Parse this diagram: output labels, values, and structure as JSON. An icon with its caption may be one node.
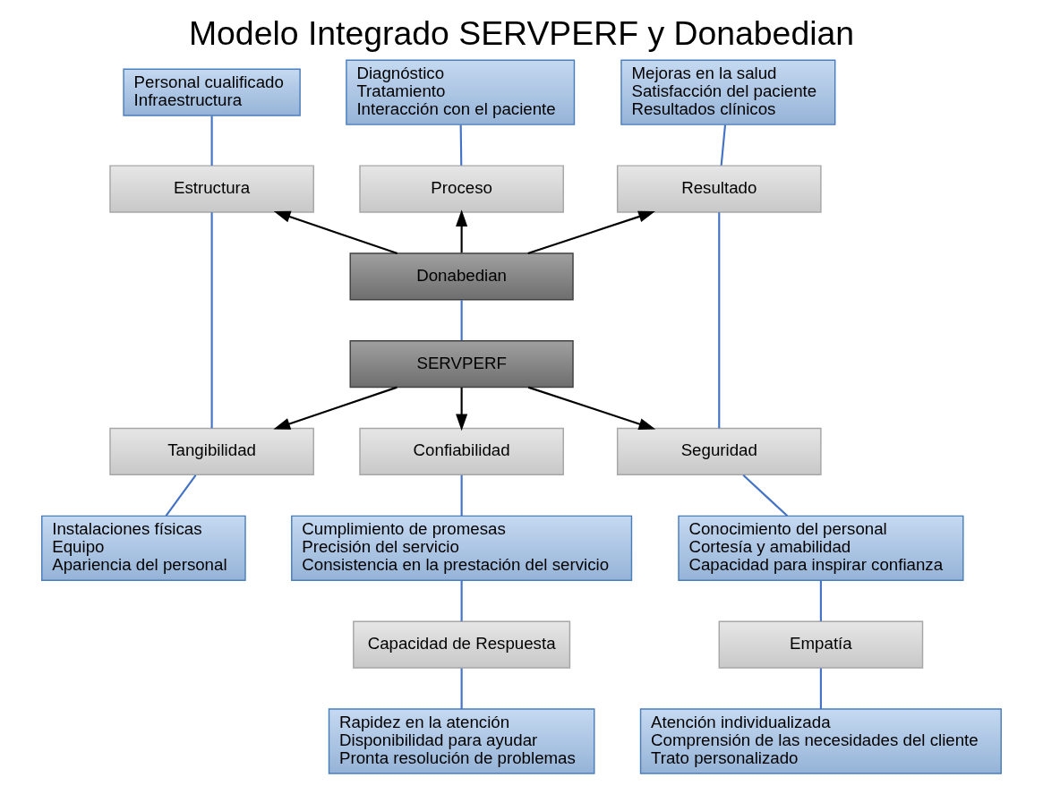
{
  "diagram": {
    "title": "Modelo Integrado SERVPERF y Donabedian",
    "nodes": [
      {
        "text": [
          "Personal cualificado",
          "Infraestructura"
        ]
      },
      {
        "text": [
          "Diagnóstico",
          "Tratamiento",
          "Interacción con el paciente"
        ]
      },
      {
        "text": [
          "Mejoras en la salud",
          "Satisfacción del paciente",
          "Resultados clínicos"
        ]
      },
      {
        "text": [
          "Estructura"
        ]
      },
      {
        "text": [
          "Proceso"
        ]
      },
      {
        "text": [
          "Resultado"
        ]
      },
      {
        "text": [
          "Donabedian"
        ]
      },
      {
        "text": [
          "SERVPERF"
        ]
      },
      {
        "text": [
          "Tangibilidad"
        ]
      },
      {
        "text": [
          "Confiabilidad"
        ]
      },
      {
        "text": [
          "Seguridad"
        ]
      },
      {
        "text": [
          "Instalaciones físicas",
          "Equipo",
          "Apariencia del personal"
        ]
      },
      {
        "text": [
          "Cumplimiento de promesas",
          "Precisión del servicio",
          "Consistencia en la prestación del servicio"
        ]
      },
      {
        "text": [
          "Conocimiento del personal",
          "Cortesía y amabilidad",
          "Capacidad para inspirar confianza"
        ]
      },
      {
        "text": [
          "Capacidad de Respuesta"
        ]
      },
      {
        "text": [
          "Empatía"
        ]
      },
      {
        "text": [
          "Rapidez en la atención",
          "Disponibilidad para ayudar",
          "Pronta resolución de problemas"
        ]
      },
      {
        "text": [
          "Atención individualizada",
          "Comprensión de las necesidades del cliente",
          "Trato personalizado"
        ]
      }
    ],
    "edges": [
      {
        "from": 0,
        "to": 3,
        "arrow": "none"
      },
      {
        "from": 1,
        "to": 4,
        "arrow": "none"
      },
      {
        "from": 2,
        "to": 5,
        "arrow": "none"
      },
      {
        "from": 6,
        "to": 3,
        "arrow": "to",
        "color": "#000000"
      },
      {
        "from": 6,
        "to": 4,
        "arrow": "to",
        "color": "#000000"
      },
      {
        "from": 6,
        "to": 5,
        "arrow": "to",
        "color": "#000000"
      },
      {
        "from": 3,
        "to": 8,
        "arrow": "none"
      },
      {
        "from": 6,
        "to": 7,
        "arrow": "none"
      },
      {
        "from": 5,
        "to": 10,
        "arrow": "none"
      },
      {
        "from": 7,
        "to": 8,
        "arrow": "to",
        "color": "#000000"
      },
      {
        "from": 7,
        "to": 9,
        "arrow": "to",
        "color": "#000000"
      },
      {
        "from": 7,
        "to": 10,
        "arrow": "to",
        "color": "#000000"
      },
      {
        "from": 8,
        "to": 11,
        "arrow": "none"
      },
      {
        "from": 9,
        "to": 12,
        "arrow": "none"
      },
      {
        "from": 10,
        "to": 13,
        "arrow": "none"
      },
      {
        "from": 12,
        "to": 14,
        "arrow": "none"
      },
      {
        "from": 13,
        "to": 15,
        "arrow": "none"
      },
      {
        "from": 14,
        "to": 16,
        "arrow": "none"
      },
      {
        "from": 15,
        "to": 17,
        "arrow": "none"
      }
    ]
  }
}
